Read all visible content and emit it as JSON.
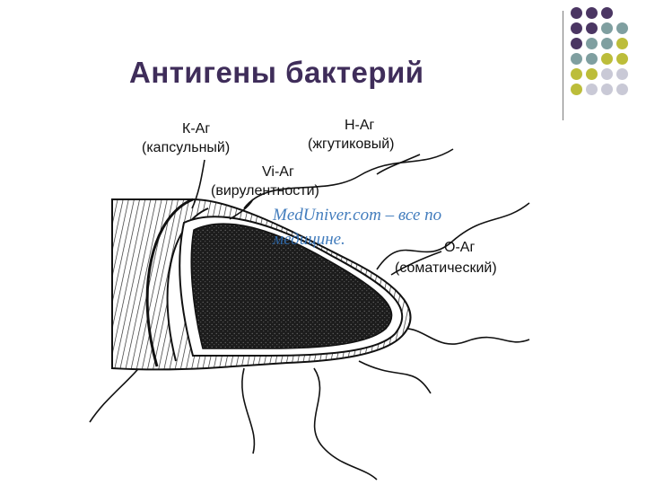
{
  "slide": {
    "title": "Антигены бактерий"
  },
  "labels": {
    "k_ag": {
      "name": "К-Аг",
      "desc": "(капсульный)"
    },
    "h_ag": {
      "name": "Н-Аг",
      "desc": "(жгутиковый)"
    },
    "vi_ag": {
      "name": "Vi-Аг",
      "desc": "(вирулентности)"
    },
    "o_ag": {
      "name": "О-Аг",
      "desc": "(соматический)"
    }
  },
  "watermark": {
    "line1": "MedUniver.com – все по",
    "line2": "медицине."
  },
  "decor": {
    "dot_colors": {
      "purple": "#4b3663",
      "teal": "#7f9fa0",
      "olive": "#bcbd3a",
      "grey": "#c9c9d6"
    },
    "dot_rows": [
      [
        "purple",
        "purple",
        "purple"
      ],
      [
        "purple",
        "purple",
        "teal",
        "teal"
      ],
      [
        "purple",
        "teal",
        "teal",
        "olive"
      ],
      [
        "teal",
        "teal",
        "olive",
        "olive"
      ],
      [
        "olive",
        "olive",
        "grey",
        "grey"
      ],
      [
        "olive",
        "grey",
        "grey",
        "grey"
      ]
    ]
  }
}
